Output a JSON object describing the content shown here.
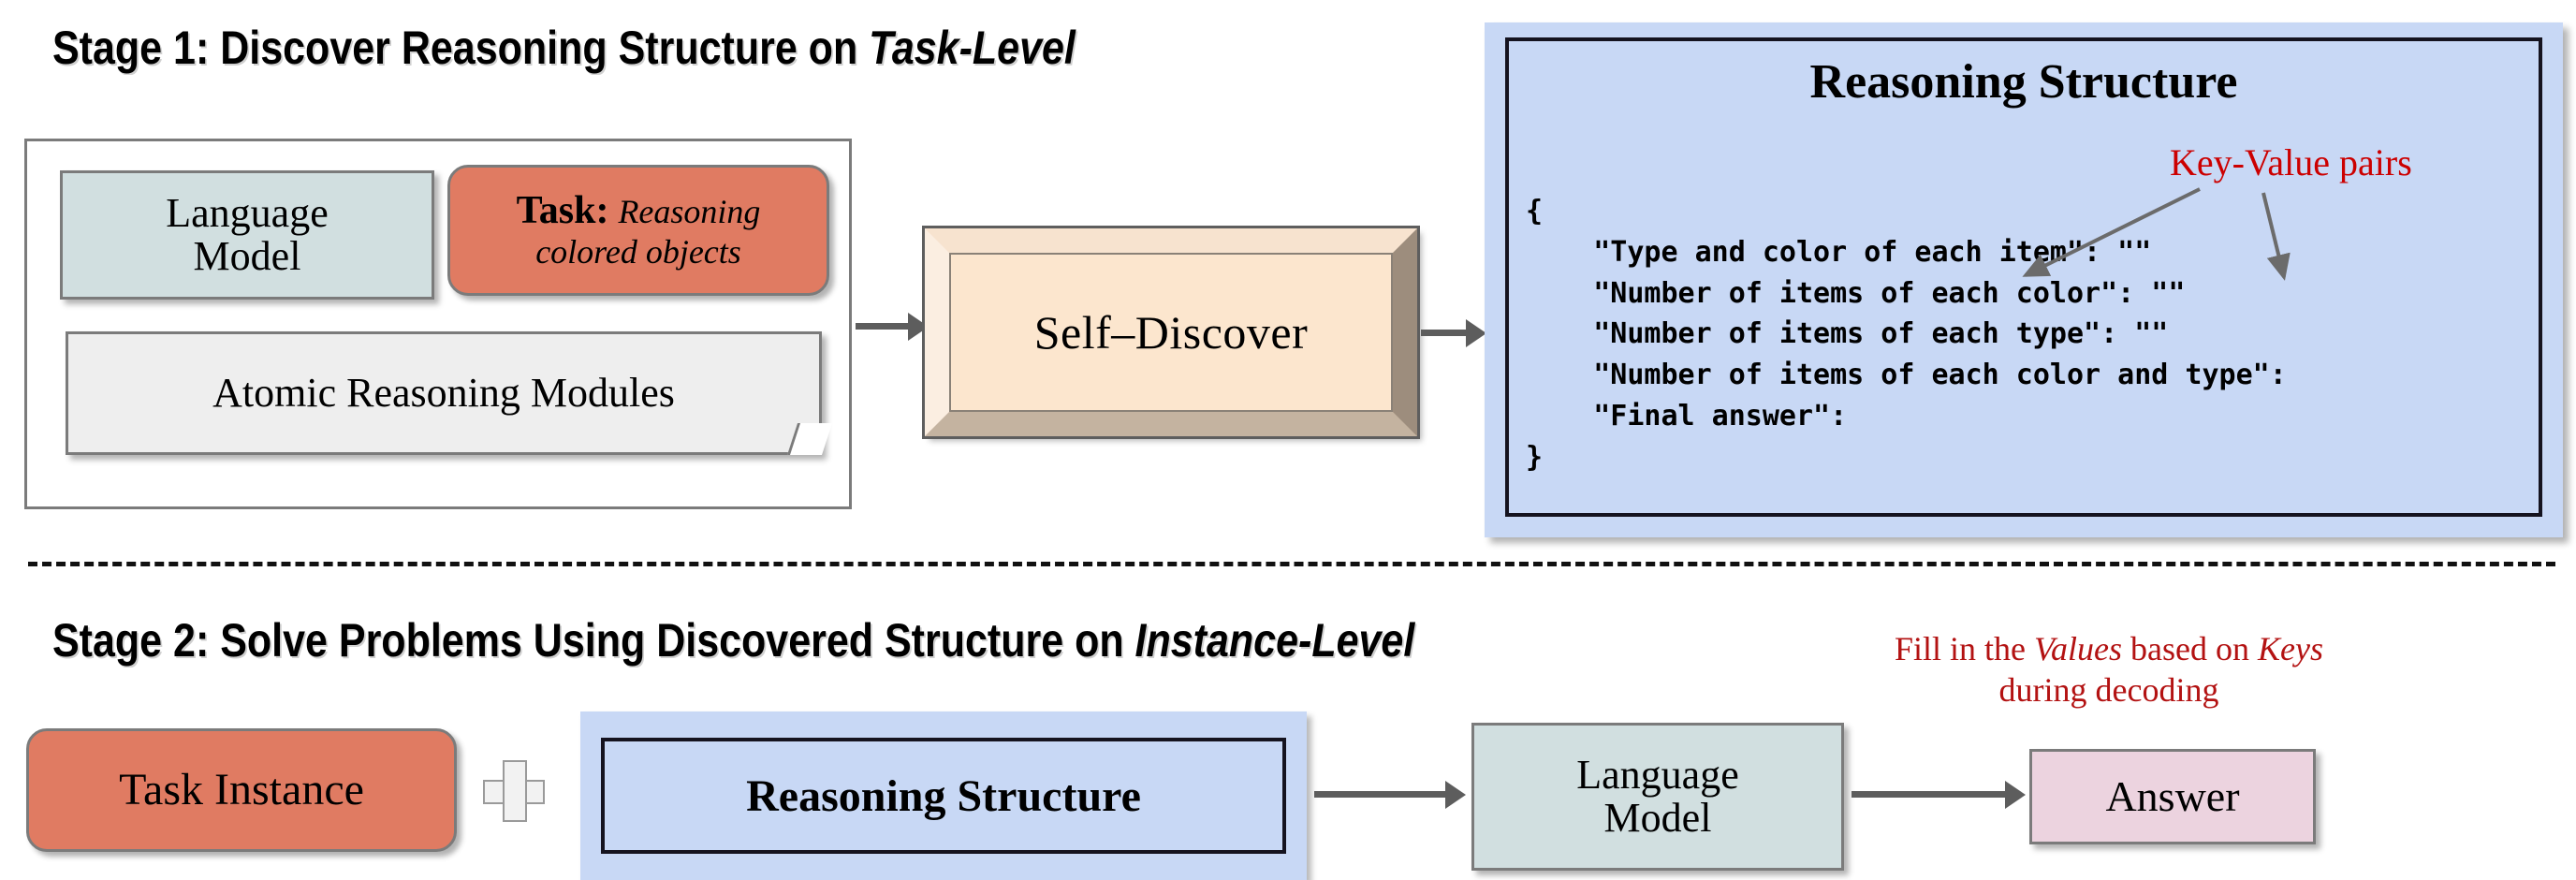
{
  "stage1": {
    "title_prefix": "Stage 1: Discover Reasoning Structure on ",
    "title_emphasis": "Task-Level",
    "language_model": "Language\nModel",
    "task_label": "Task:",
    "task_value": "Reasoning\ncolored objects",
    "atomic_modules": "Atomic Reasoning Modules",
    "self_discover": "Self–Discover",
    "reasoning_structure_title": "Reasoning Structure",
    "key_value_annotation": "Key-Value pairs",
    "structure_code": "{\n    \"Type and color of each item\": \"\"\n    \"Number of items of each color\": \"\"\n    \"Number of items of each type\": \"\"\n    \"Number of items of each color and type\":\n    \"Final answer\":\n}"
  },
  "stage2": {
    "title_prefix": "Stage 2: Solve Problems Using Discovered Structure on ",
    "title_emphasis": "Instance-Level",
    "fill_note_part1": "Fill in the ",
    "fill_note_em1": "Values",
    "fill_note_part2": " based on ",
    "fill_note_em2": "Keys",
    "fill_note_part3": " during decoding",
    "task_instance": "Task Instance",
    "plus_icon": "plus-icon",
    "reasoning_structure": "Reasoning Structure",
    "language_model": "Language\nModel",
    "answer": "Answer"
  },
  "colors": {
    "task_salmon": "#e07b62",
    "language_model_teal": "#d1dfe0",
    "modules_gray": "#eeeeee",
    "self_discover_peach": "#fce6ce",
    "reasoning_blue": "#c8d8f5",
    "answer_pink": "#ecd3df",
    "annotation_red": "#cc0000",
    "note_red": "#b31212",
    "arrow_gray": "#5d5d5d"
  }
}
